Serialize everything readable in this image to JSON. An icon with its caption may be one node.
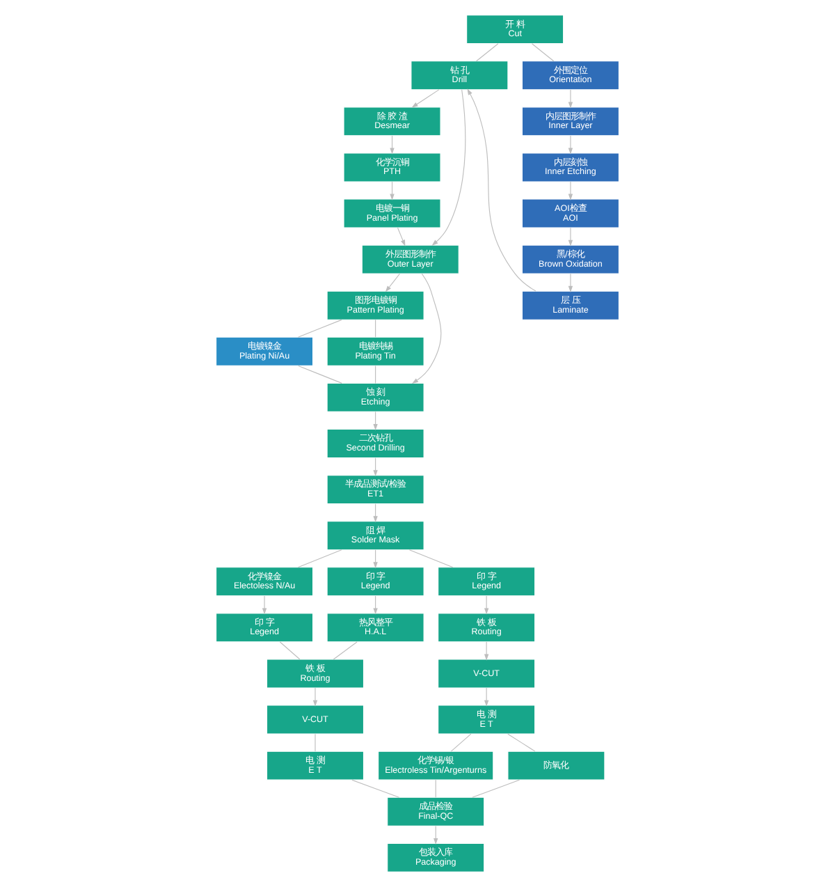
{
  "diagram": {
    "nodes": [
      {
        "text": [
          "开 料",
          "Cut"
        ]
      },
      {
        "text": [
          "钻 孔",
          "Drill"
        ]
      },
      {
        "text": [
          "除 胶 渣",
          "Desmear"
        ]
      },
      {
        "text": [
          "化学沉铜",
          "PTH"
        ]
      },
      {
        "text": [
          "电镀一铜",
          "Panel Plating"
        ]
      },
      {
        "text": [
          "外层图形制作",
          "Outer Layer"
        ]
      },
      {
        "text": [
          "图形电镀铜",
          "Pattern Plating"
        ]
      },
      {
        "text": [
          "外围定位",
          "Orientation"
        ]
      },
      {
        "text": [
          "内层图形制作",
          "Inner Layer"
        ]
      },
      {
        "text": [
          "内层刻蚀",
          "Inner Etching"
        ]
      },
      {
        "text": [
          "AOI检查",
          "AOI"
        ]
      },
      {
        "text": [
          "黑/棕化",
          "Brown Oxidation"
        ]
      },
      {
        "text": [
          "层 压",
          "Laminate"
        ]
      },
      {
        "text": [
          "电镀镍金",
          "Plating Ni/Au"
        ]
      },
      {
        "text": [
          "电镀纯锡",
          "Plating Tin"
        ]
      },
      {
        "text": [
          "蚀 刻",
          "Etching"
        ]
      },
      {
        "text": [
          "二次钻孔",
          "Second Drilling"
        ]
      },
      {
        "text": [
          "半成品测试/检验",
          "ET1"
        ]
      },
      {
        "text": [
          "阻 焊",
          "Solder Mask"
        ]
      },
      {
        "text": [
          "化学镍金",
          "Electoless N/Au"
        ]
      },
      {
        "text": [
          "印 字",
          "Legend"
        ]
      },
      {
        "text": [
          "印 字",
          "Legend"
        ]
      },
      {
        "text": [
          "印 字",
          "Legend"
        ]
      },
      {
        "text": [
          "热风整平",
          "H.A.L"
        ]
      },
      {
        "text": [
          "铁 板",
          "Routing"
        ]
      },
      {
        "text": [
          "V-CUT"
        ]
      },
      {
        "text": [
          "电 测",
          "E T"
        ]
      },
      {
        "text": [
          "铁 板",
          "Routing"
        ]
      },
      {
        "text": [
          "V-CUT"
        ]
      },
      {
        "text": [
          "电 测",
          "E T"
        ]
      },
      {
        "text": [
          "化学锡/银",
          "Electroless Tin/Argenturns"
        ]
      },
      {
        "text": [
          "防氧化"
        ]
      },
      {
        "text": [
          "成品检验",
          "Final-QC"
        ]
      },
      {
        "text": [
          "包装入库",
          "Packaging"
        ]
      }
    ],
    "edges": [
      {
        "from": 0,
        "to": 1,
        "arrow": "none"
      },
      {
        "from": 0,
        "to": 7,
        "arrow": "none"
      },
      {
        "from": 1,
        "to": 2,
        "arrow": "to"
      },
      {
        "from": 2,
        "to": 3,
        "arrow": "to"
      },
      {
        "from": 3,
        "to": 4,
        "arrow": "to"
      },
      {
        "from": 4,
        "to": 5,
        "arrow": "to"
      },
      {
        "from": 5,
        "to": 6,
        "arrow": "to"
      },
      {
        "from": 1,
        "to": 5,
        "arrow": "to"
      },
      {
        "from": 7,
        "to": 8,
        "arrow": "to"
      },
      {
        "from": 8,
        "to": 9,
        "arrow": "to"
      },
      {
        "from": 9,
        "to": 10,
        "arrow": "to"
      },
      {
        "from": 10,
        "to": 11,
        "arrow": "to"
      },
      {
        "from": 11,
        "to": 12,
        "arrow": "to"
      },
      {
        "from": 12,
        "to": 1,
        "arrow": "to"
      },
      {
        "from": 6,
        "to": 13,
        "arrow": "none"
      },
      {
        "from": 6,
        "to": 14,
        "arrow": "none"
      },
      {
        "from": 13,
        "to": 15,
        "arrow": "none"
      },
      {
        "from": 14,
        "to": 15,
        "arrow": "none"
      },
      {
        "from": 5,
        "to": 15,
        "arrow": "to"
      },
      {
        "from": 15,
        "to": 16,
        "arrow": "to"
      },
      {
        "from": 16,
        "to": 17,
        "arrow": "to"
      },
      {
        "from": 17,
        "to": 18,
        "arrow": "to"
      },
      {
        "from": 18,
        "to": 19,
        "arrow": "none"
      },
      {
        "from": 18,
        "to": 20,
        "arrow": "to"
      },
      {
        "from": 18,
        "to": 21,
        "arrow": "none"
      },
      {
        "from": 19,
        "to": 22,
        "arrow": "to"
      },
      {
        "from": 20,
        "to": 23,
        "arrow": "to"
      },
      {
        "from": 21,
        "to": 24,
        "arrow": "to"
      },
      {
        "from": 24,
        "to": 25,
        "arrow": "to"
      },
      {
        "from": 25,
        "to": 26,
        "arrow": "to"
      },
      {
        "from": 22,
        "to": 27,
        "arrow": "none"
      },
      {
        "from": 23,
        "to": 27,
        "arrow": "none"
      },
      {
        "from": 27,
        "to": 28,
        "arrow": "to"
      },
      {
        "from": 28,
        "to": 29,
        "arrow": "none"
      },
      {
        "from": 26,
        "to": 30,
        "arrow": "none"
      },
      {
        "from": 26,
        "to": 31,
        "arrow": "none"
      },
      {
        "from": 29,
        "to": 32,
        "arrow": "none"
      },
      {
        "from": 30,
        "to": 32,
        "arrow": "none"
      },
      {
        "from": 31,
        "to": 32,
        "arrow": "none"
      },
      {
        "from": 32,
        "to": 33,
        "arrow": "to"
      }
    ]
  }
}
